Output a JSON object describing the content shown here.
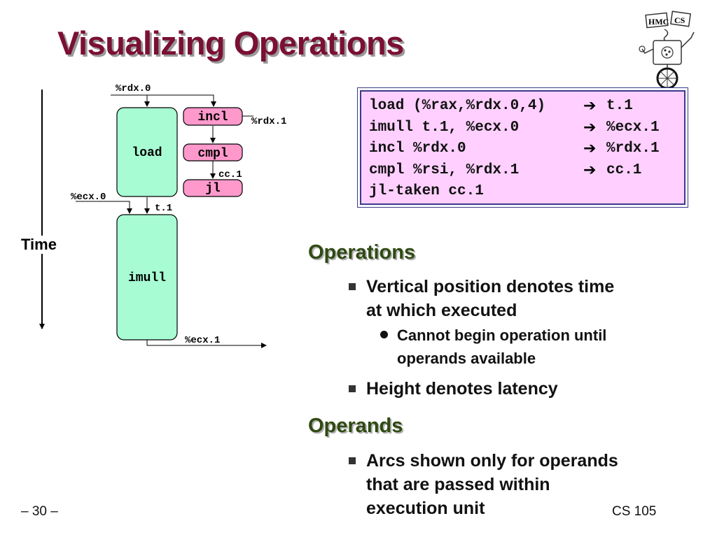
{
  "title": "Visualizing Operations",
  "diagram": {
    "time_label": "Time",
    "units": {
      "load": "load",
      "imull": "imull",
      "incl": "incl",
      "cmpl": "cmpl",
      "jl": "jl"
    },
    "registers": {
      "rdx0": "%rdx.0",
      "rdx1": "%rdx.1",
      "cc1": "cc.1",
      "ecx0": "%ecx.0",
      "t1": "t.1",
      "ecx1": "%ecx.1"
    },
    "colors": {
      "unit_green": "#a8fcd4",
      "unit_pink": "#ff99cc",
      "code_bg": "#ffd0ff",
      "title": "#7a1033",
      "heading": "#2f4a12"
    }
  },
  "code": {
    "lines": [
      {
        "instr": "load (%rax,%rdx.0,4)",
        "arrow": "➔",
        "dest": "t.1"
      },
      {
        "instr": "imull t.1, %ecx.0",
        "arrow": "➔",
        "dest": "%ecx.1"
      },
      {
        "instr": "incl %rdx.0",
        "arrow": "➔",
        "dest": "%rdx.1"
      },
      {
        "instr": "cmpl %rsi, %rdx.1",
        "arrow": "➔",
        "dest": "cc.1"
      },
      {
        "instr": "jl-taken cc.1",
        "arrow": "",
        "dest": ""
      }
    ]
  },
  "sections": {
    "operations": {
      "heading": "Operations",
      "bullet1_line1": "Vertical position denotes time",
      "bullet1_line2": "at which executed",
      "sub1_line1": "Cannot begin operation until",
      "sub1_line2": "operands available",
      "bullet2": "Height denotes latency"
    },
    "operands": {
      "heading": "Operands",
      "bullet1_line1": "Arcs shown only for operands",
      "bullet1_line2": "that are passed within",
      "bullet1_line3": "execution unit"
    }
  },
  "footer": {
    "page": "– 30 –",
    "course": "CS 105"
  },
  "logo": {
    "text_left": "HMC",
    "text_right": "CS",
    "icon": "hmc-cs-robot-logo-icon"
  }
}
